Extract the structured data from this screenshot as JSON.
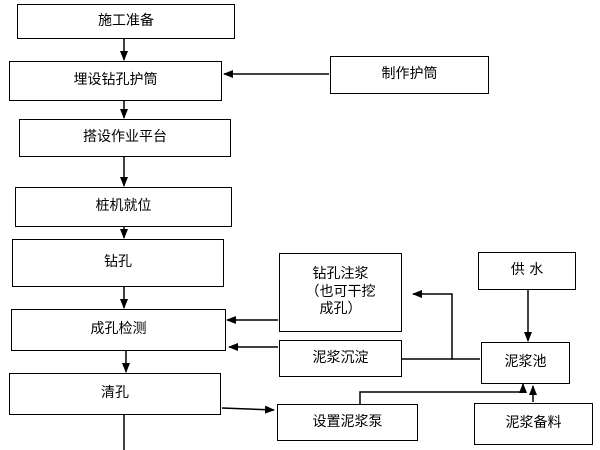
{
  "diagram": {
    "main_steps": [
      {
        "label": "施工准备"
      },
      {
        "label": "埋设钻孔护筒"
      },
      {
        "label": "搭设作业平台"
      },
      {
        "label": "桩机就位"
      },
      {
        "label": "钻孔"
      },
      {
        "label": "成孔检测"
      },
      {
        "label": "清孔"
      }
    ],
    "side_steps": {
      "make_casing": "制作护筒",
      "drill_grout_lines": [
        "钻孔注浆",
        "（也可干挖",
        "成孔）"
      ],
      "mud_settling": "泥浆沉淀",
      "mud_pump": "设置泥浆泵",
      "water_supply": "供  水",
      "mud_pool": "泥浆池",
      "mud_material": "泥浆备料"
    },
    "line_color": "#000000"
  }
}
